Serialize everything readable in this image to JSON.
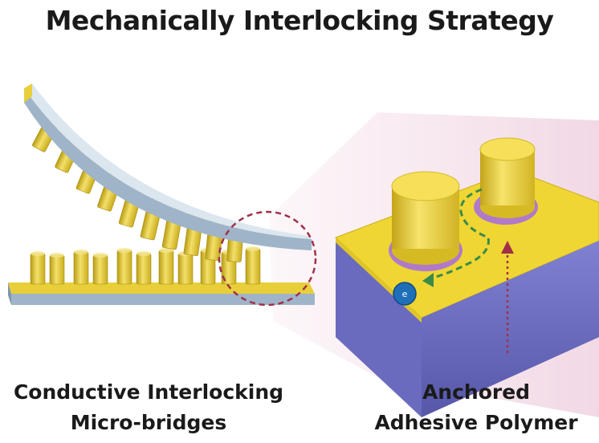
{
  "title": "Mechanically Interlocking Strategy",
  "left_caption": {
    "line1": "Conductive Interlocking",
    "line2": "Micro-bridges"
  },
  "right_caption": {
    "line1": "Anchored",
    "line2": "Adhesive Polymer"
  },
  "electron_symbol": "e",
  "colors": {
    "gold": "#e8cf3a",
    "gold_dark": "#b59a12",
    "film_blue": "#9fb4c8",
    "film_top": "#dbe6ef",
    "block_side": "#6e6fc4",
    "anchor_ring": "#b07ac8",
    "highlight_circle": "#a0304a",
    "electron": "#1f6fb8",
    "path_arrow": "#3a8a4a",
    "up_arrow": "#a0304a"
  }
}
